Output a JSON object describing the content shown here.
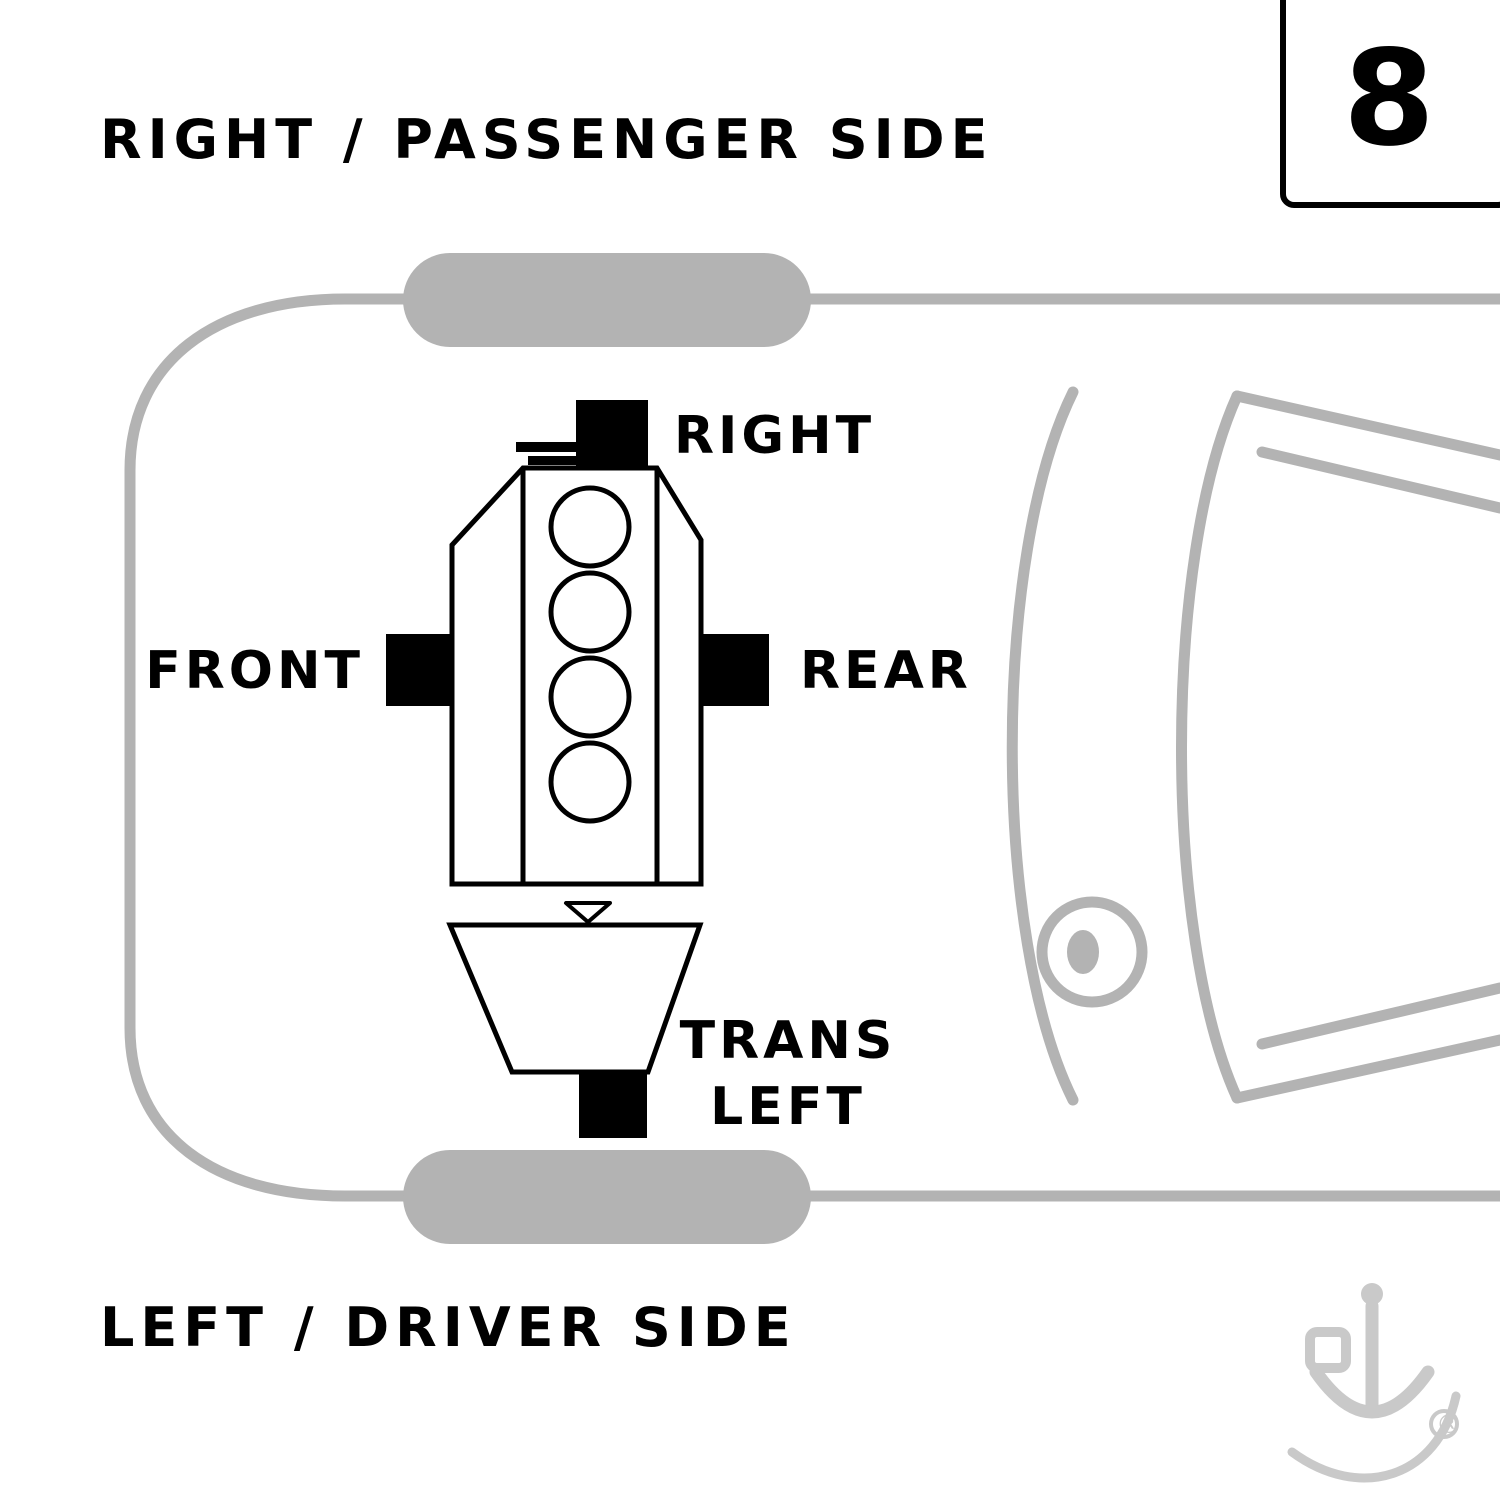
{
  "page_number": "8",
  "titles": {
    "top": "RIGHT / PASSENGER SIDE",
    "bottom": "LEFT / DRIVER SIDE"
  },
  "mounts": {
    "right": {
      "label": "RIGHT"
    },
    "front": {
      "label": "FRONT"
    },
    "rear": {
      "label": "REAR"
    },
    "trans": {
      "label_line1": "TRANS",
      "label_line2": "LEFT"
    }
  },
  "diagram": {
    "engine_cylinders": 4
  },
  "watermark": {
    "icon": "anchor-logo-icon",
    "registered_mark": "®"
  },
  "colors": {
    "background": "#ffffff",
    "car_outline_gray": "#b3b3b3",
    "diagram_black": "#000000",
    "watermark_gray": "#c9c9c9"
  }
}
